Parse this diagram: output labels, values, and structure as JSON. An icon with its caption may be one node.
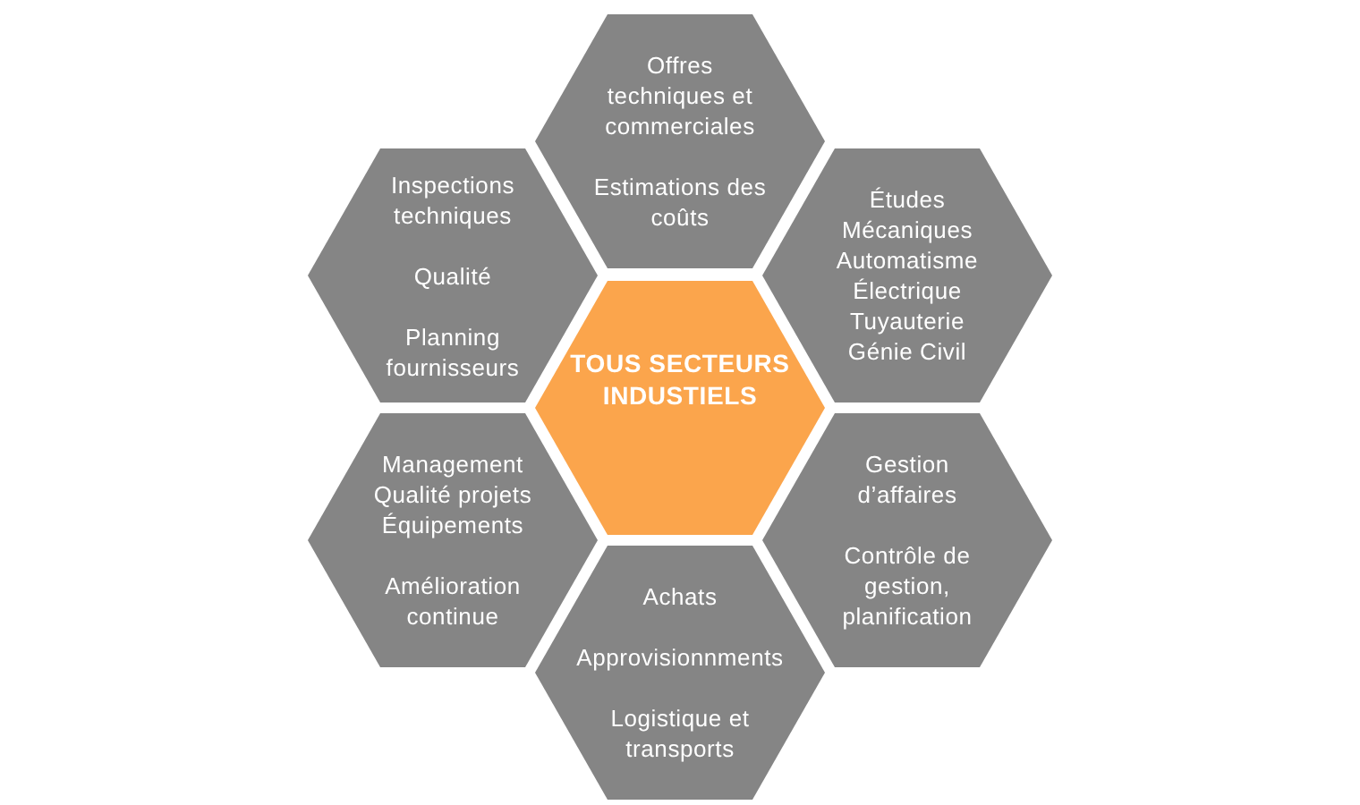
{
  "diagram": {
    "nodes": [
      {
        "text": [
          "Offres techniques et commerciales",
          "Estimations des coûts"
        ]
      },
      {
        "text": [
          "Inspections techniques",
          "Qualité",
          "Planning fournisseurs"
        ]
      },
      {
        "text": [
          "Études",
          "Mécaniques",
          "Automatisme",
          "Électrique",
          "Tuyauterie",
          "Génie Civil"
        ]
      },
      {
        "text": [
          "TOUS SECTEURS INDUSTIELS"
        ]
      },
      {
        "text": [
          "Management",
          "Qualité projets",
          "Équipements",
          "Amélioration continue"
        ]
      },
      {
        "text": [
          "Gestion d’affaires",
          "Contrôle de gestion, planification"
        ]
      },
      {
        "text": [
          "Achats",
          "Approvisionnments",
          "Logistique et transports"
        ]
      }
    ]
  }
}
